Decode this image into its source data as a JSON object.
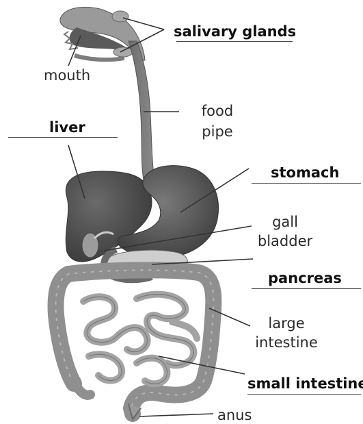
{
  "labels": {
    "salivary_glands": "salivary glands",
    "mouth": "mouth",
    "liver": "liver",
    "food_pipe_line1": "food",
    "food_pipe_line2": "pipe",
    "stomach": "stomach",
    "gall_bladder_line1": "gall",
    "gall_bladder_line2": "bladder",
    "pancreas": "pancreas",
    "large_intestine_line1": "large",
    "large_intestine_line2": "intestine",
    "small_intestine": "small intestine",
    "anus": "anus"
  },
  "colors": {
    "organ_dark": "#555555",
    "organ_mid": "#7a7a7a",
    "organ_light": "#a9a9a9",
    "intestine": "#9a9a9a",
    "line": "#333333"
  }
}
